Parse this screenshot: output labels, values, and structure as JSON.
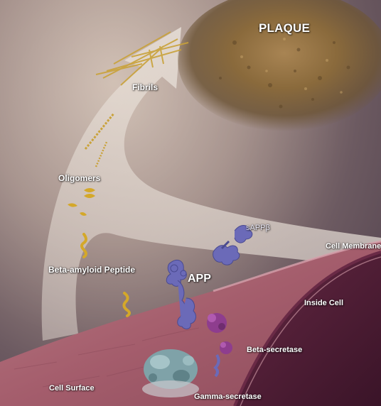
{
  "labels": {
    "plaque": "PLAQUE",
    "fibrils": "Fibrils",
    "oligomers": "Oligomers",
    "beta_amyloid_peptide": "Beta-amyloid Peptide",
    "sappb": "sAPPβ",
    "cell_membrane": "Cell Membrane",
    "app": "APP",
    "inside_cell": "Inside Cell",
    "beta_secretase": "Beta-secretase",
    "cell_surface": "Cell Surface",
    "gamma_secretase": "Gamma-secretase"
  },
  "colors": {
    "background": "#8f7c7c",
    "plaque": "#8a6a3c",
    "arrow": "#d9cfc6",
    "membrane": "#a9626f",
    "inside_cell": "#4a1f34",
    "peptide": "#d4a82a",
    "app_protein": "#6b6ab8",
    "beta_secretase": "#8e3d8e",
    "gamma_secretase": "#7fa2a8"
  },
  "icons": [
    "plaque-cluster",
    "fibril-strands",
    "oligomer-chain",
    "peptide-coil",
    "app-protein",
    "sappb-fragment",
    "beta-secretase-enzyme",
    "gamma-secretase-enzyme",
    "cell-membrane-sheet"
  ]
}
